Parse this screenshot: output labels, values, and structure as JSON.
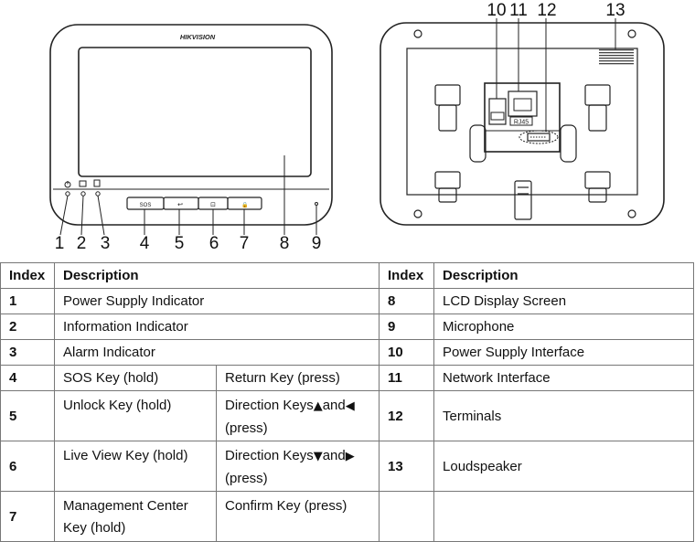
{
  "front_panel": {
    "brand": "HIKVISION",
    "key_labels": [
      "SOS",
      "↩",
      "⊡",
      "🔒"
    ],
    "callouts": [
      "1",
      "2",
      "3",
      "4",
      "5",
      "6",
      "7",
      "8",
      "9"
    ]
  },
  "rear_panel": {
    "rj45_label": "RJ45",
    "callouts": [
      "10",
      "11",
      "12",
      "13"
    ]
  },
  "table": {
    "headers": {
      "index": "Index",
      "description": "Description"
    },
    "left_rows": [
      {
        "index": "1",
        "description": "Power Supply Indicator"
      },
      {
        "index": "2",
        "description": "Information Indicator"
      },
      {
        "index": "3",
        "description": "Alarm Indicator"
      },
      {
        "index": "4",
        "description": "SOS Key (hold)",
        "detail": "Return Key (press)"
      },
      {
        "index": "5",
        "description": "Unlock Key (hold)",
        "detail_pre": "Direction  Keys",
        "detail_sym1": "▲",
        "detail_mid": "and",
        "detail_sym2": "◀",
        "detail_post": "(press)"
      },
      {
        "index": "6",
        "description": "Live View Key (hold)",
        "detail_pre": "Direction  Keys",
        "detail_sym1": "▼",
        "detail_mid": "and",
        "detail_sym2": "▶",
        "detail_post": "(press)"
      },
      {
        "index": "7",
        "description": "Management Center Key (hold)",
        "detail": "Confirm Key (press)"
      }
    ],
    "right_rows": [
      {
        "index": "8",
        "description": "LCD Display Screen"
      },
      {
        "index": "9",
        "description": "Microphone"
      },
      {
        "index": "10",
        "description": "Power Supply Interface"
      },
      {
        "index": "11",
        "description": "Network Interface"
      },
      {
        "index": "12",
        "description": "Terminals"
      },
      {
        "index": "13",
        "description": "Loudspeaker"
      }
    ]
  }
}
